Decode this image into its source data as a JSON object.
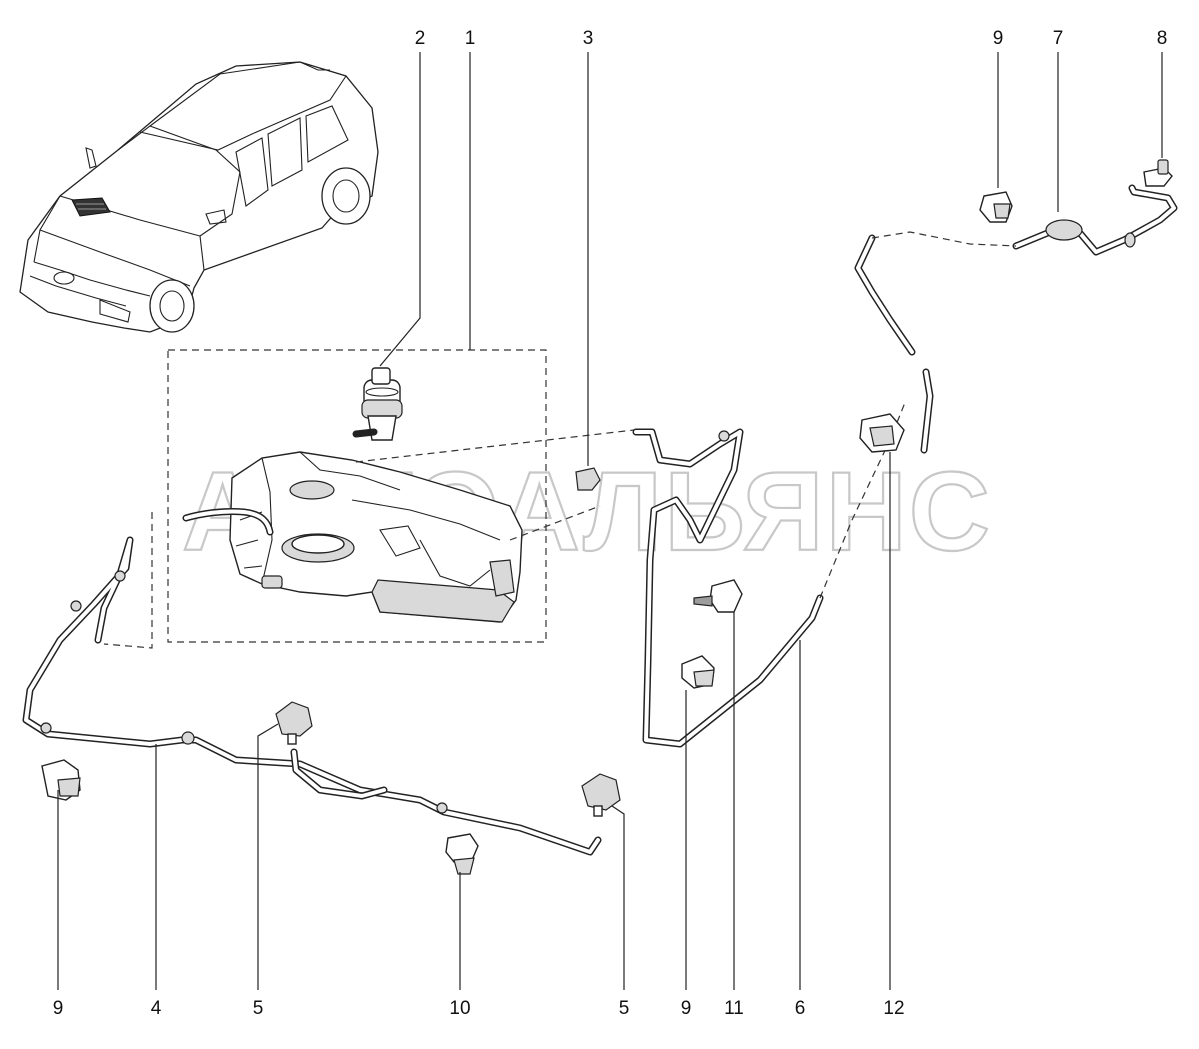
{
  "watermark": "АВТОАЛЬЯНС",
  "callouts": {
    "c1": "1",
    "c2": "2",
    "c3": "3",
    "c9a": "9",
    "c7": "7",
    "c8": "8",
    "c9b": "9",
    "c4": "4",
    "c5a": "5",
    "c10": "10",
    "c5b": "5",
    "c9c": "9",
    "c11": "11",
    "c6": "6",
    "c12": "12"
  }
}
